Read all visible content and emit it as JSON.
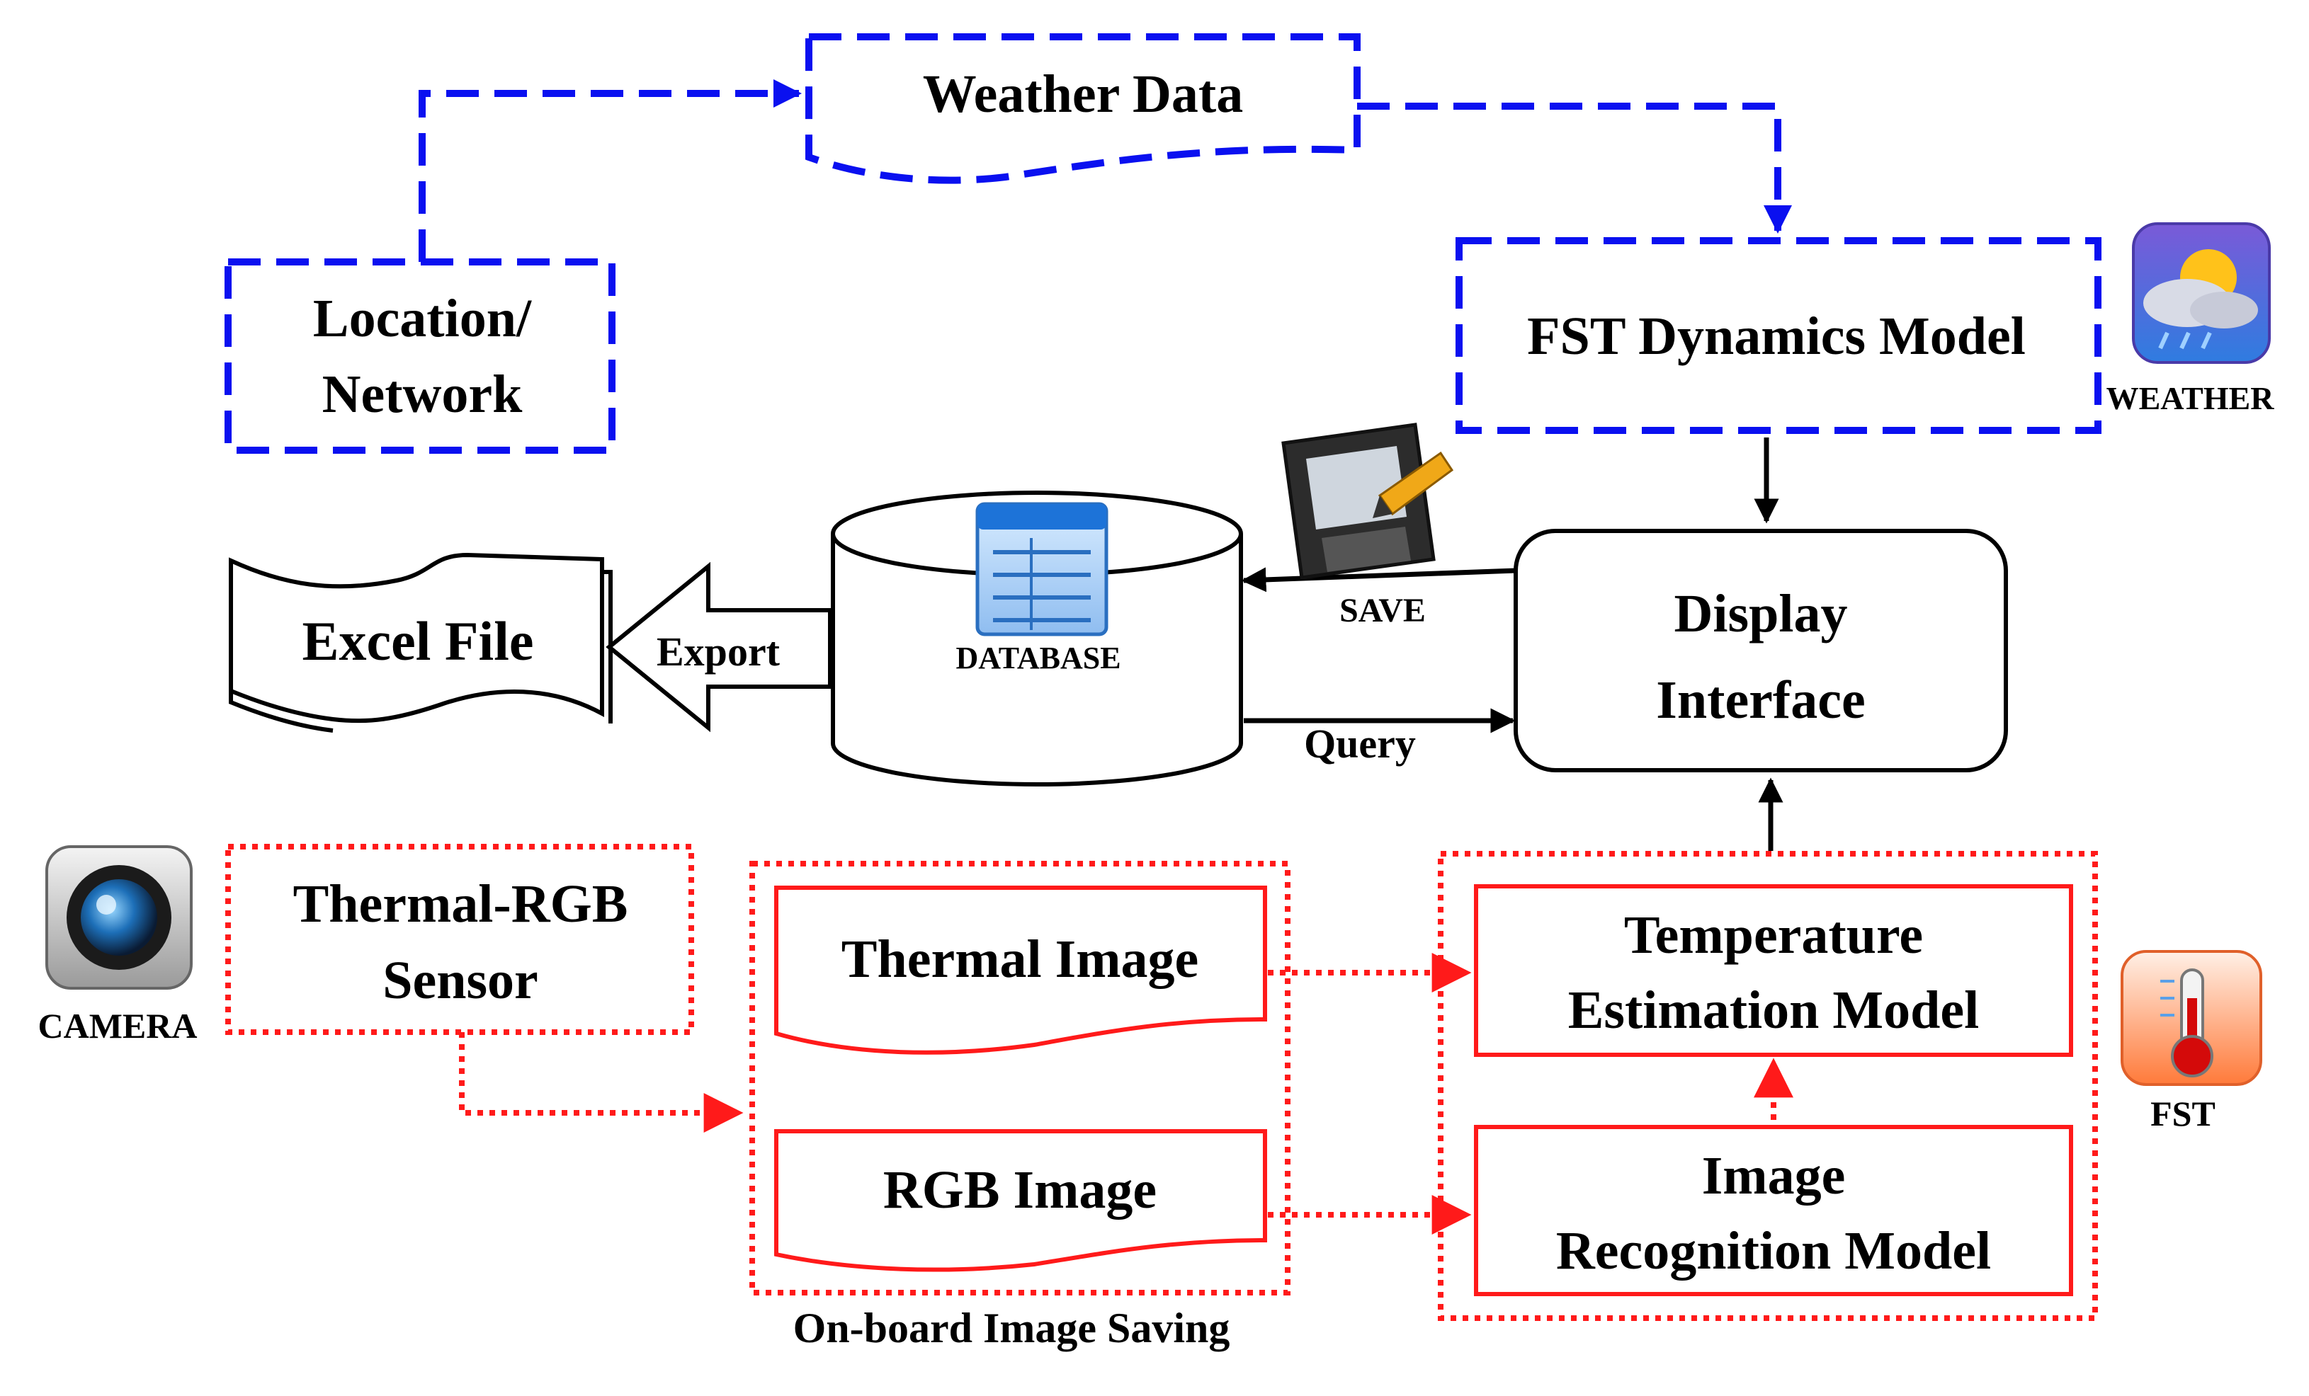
{
  "colors": {
    "blue_dashed": "#0a10f0",
    "red_dotted": "#ff1a1a",
    "black": "#000000"
  },
  "nodes": {
    "weather_data": "Weather Data",
    "location_line1": "Location/",
    "location_line2": "Network",
    "fst_dynamics": "FST Dynamics Model",
    "excel_file": "Excel File",
    "database": "DATABASE",
    "display_line1": "Display",
    "display_line2": "Interface",
    "sensor_line1": "Thermal-RGB",
    "sensor_line2": "Sensor",
    "thermal_image": "Thermal Image",
    "rgb_image": "RGB Image",
    "temp_line1": "Temperature",
    "temp_line2": "Estimation Model",
    "recog_line1": "Image",
    "recog_line2": "Recognition Model"
  },
  "labels": {
    "export": "Export",
    "save": "SAVE",
    "query": "Query",
    "onboard": "On-board Image Saving"
  },
  "icons": {
    "weather": {
      "name": "weather-icon",
      "caption": "WEATHER"
    },
    "camera": {
      "name": "camera-icon",
      "caption": "CAMERA"
    },
    "fst": {
      "name": "thermometer-icon",
      "caption": "FST"
    },
    "save": {
      "name": "floppy-disk-icon"
    },
    "database": {
      "name": "database-table-icon"
    }
  }
}
